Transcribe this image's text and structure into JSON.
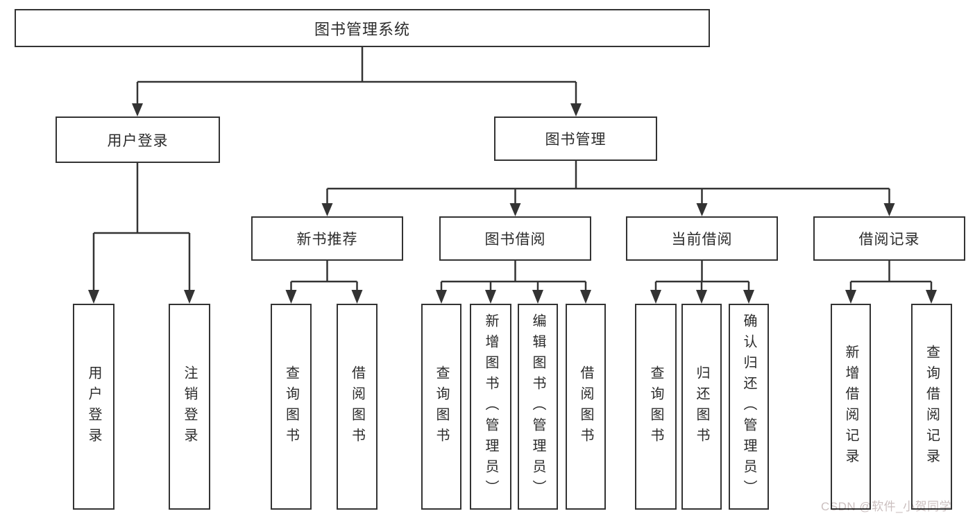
{
  "tree": {
    "root": "图书管理系统",
    "branches": [
      {
        "label": "用户登录",
        "children": [
          "用户登录",
          "注销登录"
        ]
      },
      {
        "label": "图书管理",
        "sections": [
          {
            "label": "新书推荐",
            "children": [
              "查询图书",
              "借阅图书"
            ]
          },
          {
            "label": "图书借阅",
            "children": [
              "查询图书",
              "新增图书（管理员）",
              "编辑图书（管理员）",
              "借阅图书"
            ]
          },
          {
            "label": "当前借阅",
            "children": [
              "查询图书",
              "归还图书",
              "确认归还（管理员）"
            ]
          },
          {
            "label": "借阅记录",
            "children": [
              "新增借阅记录",
              "查询借阅记录"
            ]
          }
        ]
      }
    ]
  },
  "colors": {
    "line": "#333333",
    "box_border": "#333333",
    "text": "#2b2b2b",
    "background": "#ffffff",
    "watermark": "#cbbfbf"
  },
  "watermark": {
    "text": "CSDN @软件_小贺同学"
  }
}
